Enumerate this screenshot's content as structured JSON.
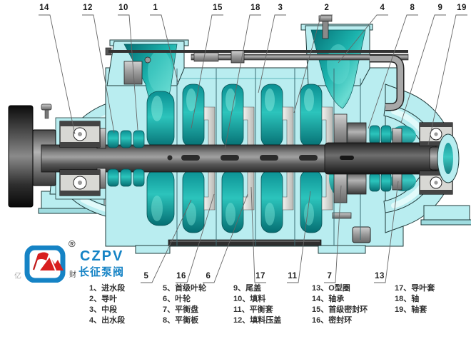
{
  "diagram": {
    "kind": "multistage-centrifugal-pump-cross-section",
    "callouts_top": [
      {
        "label": "14"
      },
      {
        "label": "12"
      },
      {
        "label": "10"
      },
      {
        "label": "1"
      },
      {
        "label": "15"
      },
      {
        "label": "18"
      },
      {
        "label": "3"
      },
      {
        "label": "2"
      },
      {
        "label": "4"
      },
      {
        "label": "8"
      },
      {
        "label": "9"
      },
      {
        "label": "19"
      }
    ],
    "callouts_bottom": [
      {
        "label": "5"
      },
      {
        "label": "16"
      },
      {
        "label": "6"
      },
      {
        "label": "17"
      },
      {
        "label": "11"
      },
      {
        "label": "7"
      },
      {
        "label": "13"
      }
    ]
  },
  "legend": {
    "columns": [
      {
        "items": [
          "1、进水段",
          "2、导叶",
          "3、中段",
          "4、出水段"
        ]
      },
      {
        "items": [
          "5、首级叶轮",
          "6、叶轮",
          "7、平衡盘",
          "8、平衡板"
        ]
      },
      {
        "items": [
          "9、尾盖",
          "10、填料",
          "11、平衡套",
          "12、填料压盖"
        ]
      },
      {
        "items": [
          "13、O型圈",
          "14、轴承",
          "15、首级密封环",
          "16、密封环"
        ]
      },
      {
        "items": [
          "17、导叶套",
          "18、轴",
          "19、轴套"
        ]
      }
    ]
  },
  "brand": {
    "registered": "®",
    "name": "CZPV",
    "name_cn": "长征泵阀",
    "mark_mid": "财",
    "mark_left": "亿"
  },
  "colors": {
    "casing": "#b9edf0",
    "teal": "#12a7a4",
    "brand_blue": "#1583c5",
    "brand_red": "#d81e1e"
  }
}
